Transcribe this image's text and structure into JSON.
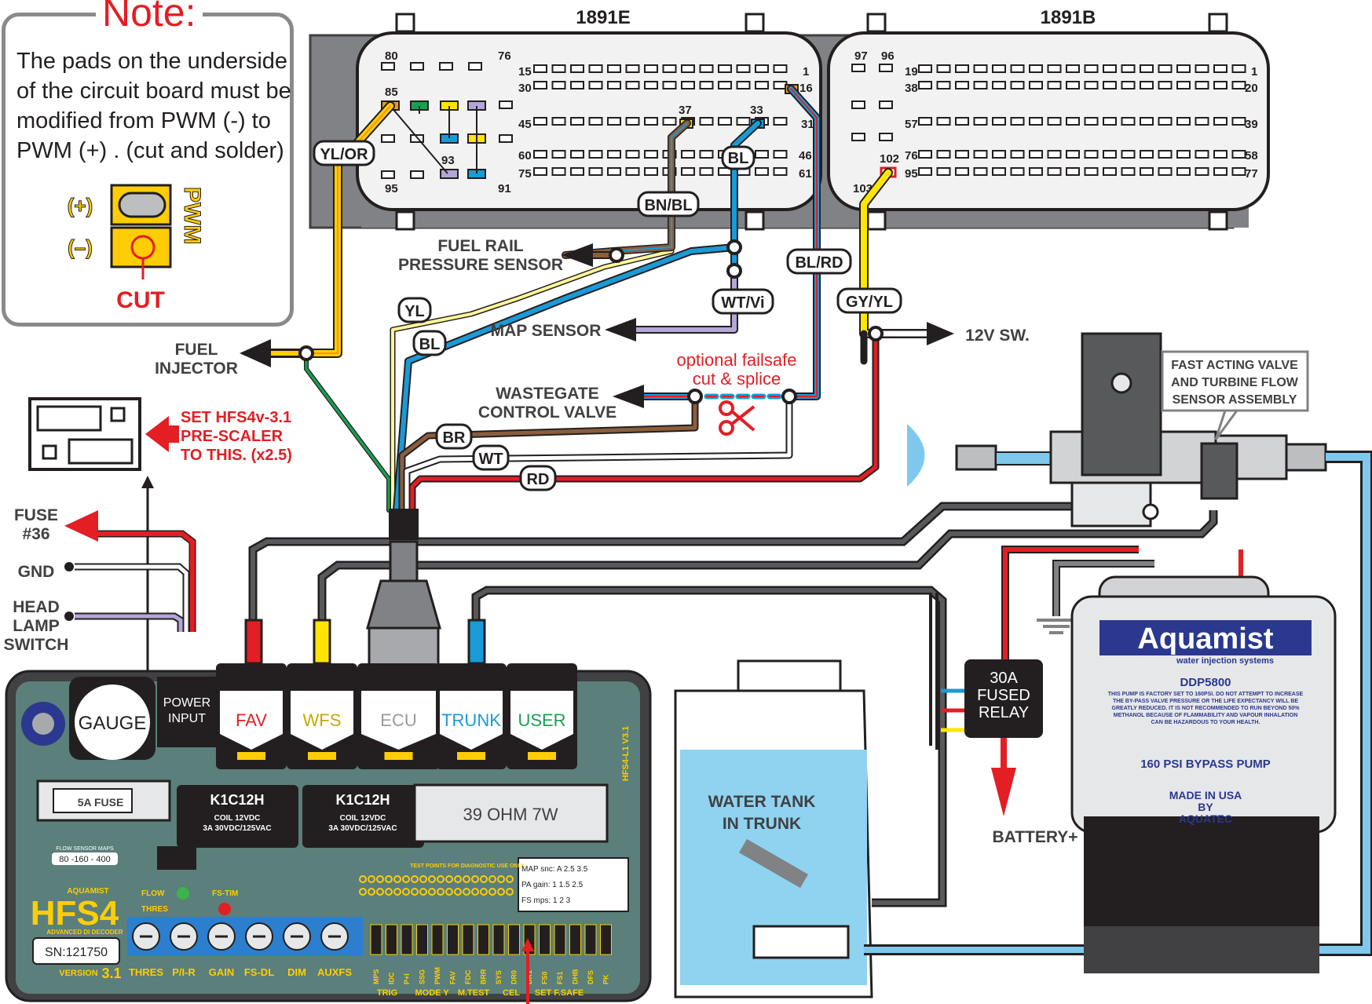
{
  "note": {
    "title": "Note:",
    "text": "The pads on the underside of the circuit board must be modified from PWM (-) to PWM (+) . (cut and solder)",
    "plus": "(+)",
    "minus": "(–)",
    "pwm": "PWM",
    "cut": "CUT"
  },
  "connectors": {
    "left": {
      "name": "1891E",
      "pins": [
        "80",
        "76",
        "15",
        "1",
        "30",
        "16",
        "85",
        "45",
        "37",
        "33",
        "31",
        "93",
        "60",
        "46",
        "95",
        "75",
        "91",
        "61"
      ]
    },
    "right": {
      "name": "1891B",
      "pins": [
        "97",
        "96",
        "19",
        "1",
        "38",
        "20",
        "57",
        "39",
        "102",
        "76",
        "58",
        "103",
        "95",
        "77"
      ]
    }
  },
  "wires": {
    "yl_or": "YL/OR",
    "bn_bl": "BN/BL",
    "bl_top": "BL",
    "bl_rd": "BL/RD",
    "yl": "YL",
    "bl": "BL",
    "wt_vi": "WT/Vi",
    "gy_yl": "GY/YL",
    "br": "BR",
    "wt": "WT",
    "rd": "RD"
  },
  "destinations": {
    "fuel_injector": "FUEL\nINJECTOR",
    "fuel_rail": "FUEL RAIL\nPRESSURE SENSOR",
    "map_sensor": "MAP SENSOR",
    "wastegate": "WASTEGATE\nCONTROL  VALVE",
    "failsafe": "optional failsafe\ncut & splice",
    "sw12v": "12V SW.",
    "fuse36": "FUSE\n#36",
    "gnd": "GND",
    "headlamp": "HEAD\nLAMP\nSWITCH",
    "battery": "BATTERY+"
  },
  "prescaler": "SET HFS4v-3.1\nPRE-SCALER\nTO THIS. (x2.5)",
  "valve_callout": "FAST ACTING VALVE\nAND TURBINE FLOW\nSENSOR ASSEMBLY",
  "relay": "30A\nFUSED\nRELAY",
  "tank": "WATER TANK\nIN TRUNK",
  "pump": {
    "brand": "Aquamist",
    "tagline": "water injection systems",
    "model": "DDP5800",
    "warning": "THIS PUMP IS FACTORY SET TO 160PSI. DO NOT ATTEMPT TO INCREASE THE BY-PASS VALVE PRESSURE OR THE LIFE EXPECTANCY WILL BE GREATLY REDUCED. IT IS NOT RECOMMENDED TO RUN BEYOND 50% METHANOL BECAUSE OF FLAMMABILITY AND VAPOUR INHALATION CAN BE HAZARDOUS TO YOUR HEALTH.",
    "bypass": "160 PSI BYPASS PUMP",
    "made": "MADE IN USA\nBY\nAQUATEC"
  },
  "board": {
    "gauge": "GAUGE",
    "power": "POWER\nINPUT",
    "ports": [
      "FAV",
      "WFS",
      "ECU",
      "TRUNK",
      "USER"
    ],
    "port_colors": [
      "#e31e24",
      "#c8a800",
      "#9a9a9a",
      "#1a9ad6",
      "#18a050"
    ],
    "relay1": "K1C12H",
    "relay_spec": "COIL 12VDC\n3A 30VDC/125VAC",
    "relay2": "K1C12H",
    "resistor": "39 OHM 7W",
    "fuse": "5A FUSE",
    "flow_maps_title": "FLOW SENSOR MAPS",
    "flow_maps": "80 -160 - 400",
    "brand": "AQUAMIST",
    "model": "HFS4",
    "subtitle": "ADVANCED DI DECODER",
    "sn": "SN:121750",
    "version": "VERSION",
    "version_num": "3.1",
    "side": "HFS4-L1 V3.1",
    "test_points": "TEST POINTS FOR DIAGNOSTIC USE ONLY",
    "map_snc": "MAP snc:  A  2.5  3.5",
    "pa_gain": "PA gain:  1  1.5  2.5",
    "fs_mps": "FS mps:   1   2   3",
    "pots": [
      "THRES",
      "P/I-R",
      "GAIN",
      "FS-DL",
      "DIM",
      "AUXFS"
    ],
    "dip_labels": [
      "MPS",
      "IDC",
      "P+I",
      "SSG",
      "PWM",
      "FAV",
      "FDC",
      "BRR",
      "SYS",
      "DR0",
      "DR1",
      "FS0",
      "FS1",
      "DHB",
      "DFS",
      "PK"
    ],
    "bottom_groups": [
      "TRIG",
      "MODE",
      "Y",
      "M.TEST",
      "CEL",
      "SET F.SAFE"
    ],
    "led1": "FLOW",
    "led2": "THRES",
    "led3": "FS-TIM"
  }
}
